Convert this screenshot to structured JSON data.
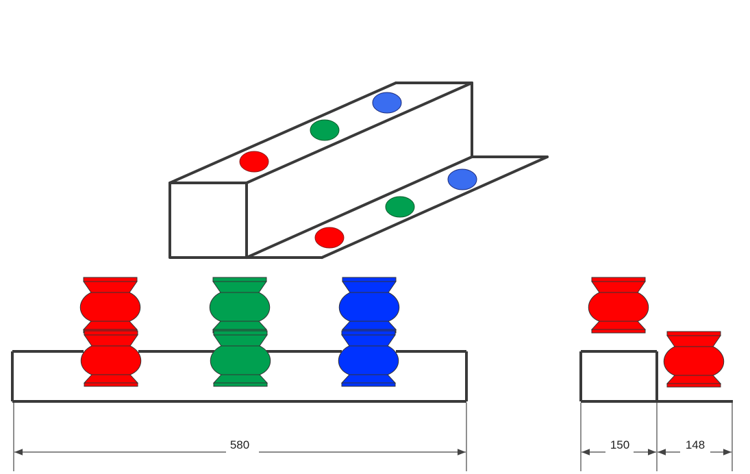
{
  "colors": {
    "outline": "#3a3a3a",
    "red": "#ff0000",
    "green": "#00a050",
    "blue": "#0033ff",
    "blue_light": "#3a6df0",
    "insulator_edge": "#7a1010",
    "dimension_line": "#444444"
  },
  "dimensions": {
    "width_total": "580",
    "width_left": "150",
    "width_right": "148"
  }
}
